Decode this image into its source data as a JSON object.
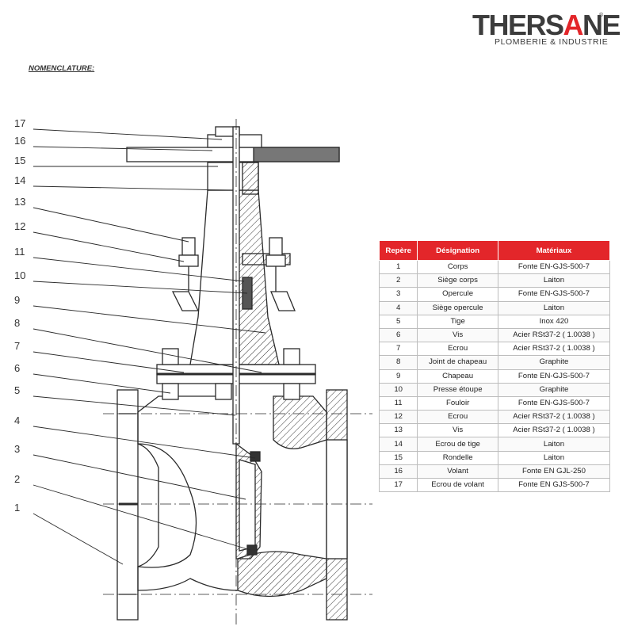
{
  "logo": {
    "main_left": "THERS",
    "main_accent": "A",
    "main_right": "NE",
    "registered": "®",
    "subtitle": "PLOMBERIE & INDUSTRIE"
  },
  "heading": "NOMENCLATURE:",
  "callouts": [
    "17",
    "16",
    "15",
    "14",
    "13",
    "12",
    "11",
    "10",
    "9",
    "8",
    "7",
    "6",
    "5",
    "4",
    "3",
    "2",
    "1"
  ],
  "table": {
    "headers": [
      "Repère",
      "Désignation",
      "Matériaux"
    ],
    "rows": [
      {
        "rep": "1",
        "designation": "Corps",
        "materiau": "Fonte EN-GJS-500-7"
      },
      {
        "rep": "2",
        "designation": "Siège corps",
        "materiau": "Laiton"
      },
      {
        "rep": "3",
        "designation": "Opercule",
        "materiau": "Fonte EN-GJS-500-7"
      },
      {
        "rep": "4",
        "designation": "Siège opercule",
        "materiau": "Laiton"
      },
      {
        "rep": "5",
        "designation": "Tige",
        "materiau": "Inox 420"
      },
      {
        "rep": "6",
        "designation": "Vis",
        "materiau": "Acier RSt37-2 ( 1.0038 )"
      },
      {
        "rep": "7",
        "designation": "Ecrou",
        "materiau": "Acier RSt37-2 ( 1.0038 )"
      },
      {
        "rep": "8",
        "designation": "Joint de chapeau",
        "materiau": "Graphite"
      },
      {
        "rep": "9",
        "designation": "Chapeau",
        "materiau": "Fonte EN-GJS-500-7"
      },
      {
        "rep": "10",
        "designation": "Presse étoupe",
        "materiau": "Graphite"
      },
      {
        "rep": "11",
        "designation": "Fouloir",
        "materiau": "Fonte EN-GJS-500-7"
      },
      {
        "rep": "12",
        "designation": "Ecrou",
        "materiau": "Acier RSt37-2 ( 1.0038 )"
      },
      {
        "rep": "13",
        "designation": "Vis",
        "materiau": "Acier RSt37-2 ( 1.0038 )"
      },
      {
        "rep": "14",
        "designation": "Ecrou de tige",
        "materiau": "Laiton"
      },
      {
        "rep": "15",
        "designation": "Rondelle",
        "materiau": "Laiton"
      },
      {
        "rep": "16",
        "designation": "Volant",
        "materiau": "Fonte EN GJL-250"
      },
      {
        "rep": "17",
        "designation": "Ecrou de volant",
        "materiau": "Fonte EN GJS-500-7"
      }
    ]
  },
  "colors": {
    "accent": "#e3262a",
    "logo_dark": "#3c3c3c",
    "line": "#2a2a2a"
  }
}
